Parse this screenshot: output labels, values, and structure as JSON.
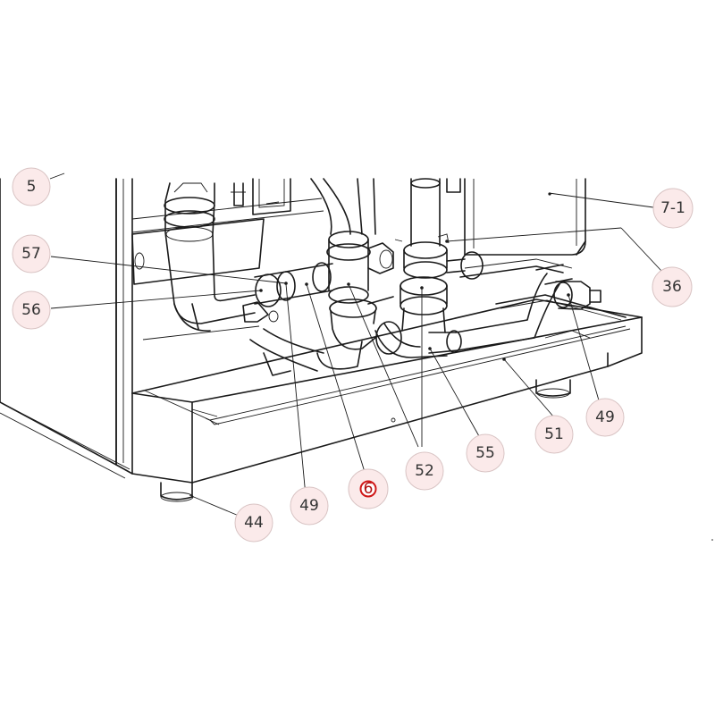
{
  "callouts": [
    {
      "id": "c5",
      "label": "5",
      "highlight": false
    },
    {
      "id": "c7-1",
      "label": "7-1",
      "highlight": false
    },
    {
      "id": "c57",
      "label": "57",
      "highlight": false
    },
    {
      "id": "c36",
      "label": "36",
      "highlight": false
    },
    {
      "id": "c56",
      "label": "56",
      "highlight": false
    },
    {
      "id": "c49a",
      "label": "49",
      "highlight": false
    },
    {
      "id": "c51",
      "label": "51",
      "highlight": false
    },
    {
      "id": "c55",
      "label": "55",
      "highlight": false
    },
    {
      "id": "c52",
      "label": "52",
      "highlight": false
    },
    {
      "id": "c6",
      "label": "6",
      "highlight": true
    },
    {
      "id": "c49b",
      "label": "49",
      "highlight": false
    },
    {
      "id": "c44",
      "label": "44",
      "highlight": false
    }
  ],
  "colors": {
    "line": "#1a1a1a",
    "callout_fill": "#fbeaea",
    "highlight_ring": "#d01818"
  }
}
